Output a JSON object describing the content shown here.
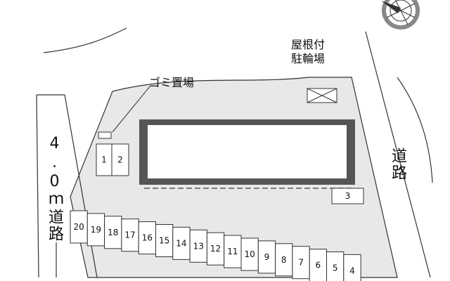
{
  "labels": {
    "garbage": "ゴミ置場",
    "bicycle_line1": "屋根付",
    "bicycle_line2": "駐輪場",
    "road_left": "4.0ｍ道路",
    "road_right": "道路"
  },
  "side_spaces": [
    "1",
    "2",
    "3"
  ],
  "parking_spaces": [
    "20",
    "19",
    "18",
    "17",
    "16",
    "15",
    "14",
    "13",
    "12",
    "11",
    "10",
    "9",
    "8",
    "7",
    "6",
    "5",
    "4"
  ],
  "colors": {
    "lot": "#e8e8e8",
    "building": "#555555",
    "line": "#333333"
  },
  "icons": {
    "compass": "compass-rose-icon"
  }
}
